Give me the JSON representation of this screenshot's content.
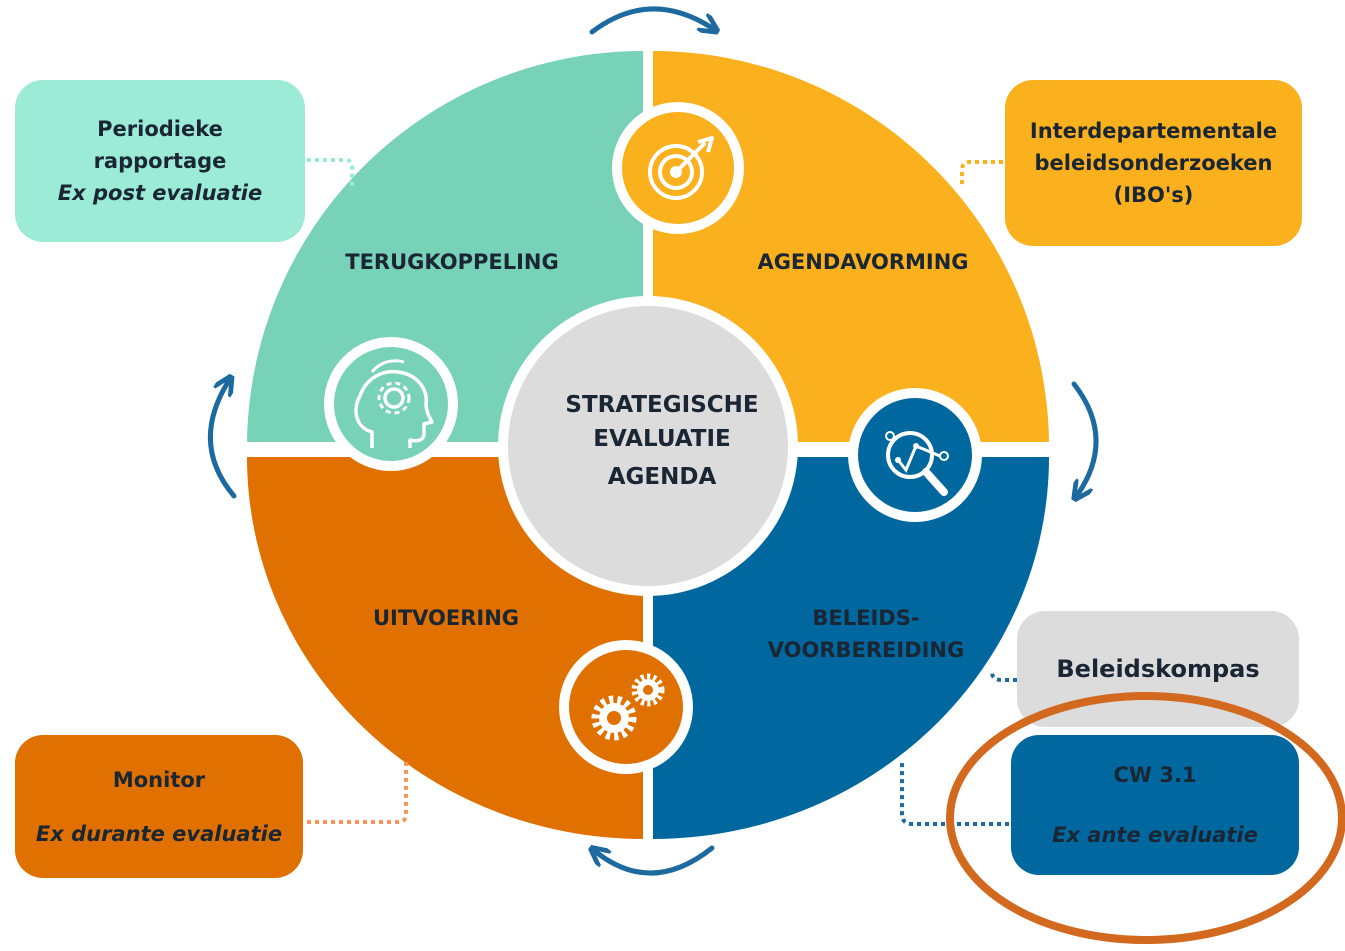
{
  "center": {
    "line1": "STRATEGISCHE",
    "line2": "EVALUATIE",
    "line3": "AGENDA"
  },
  "quadrants": {
    "terugkoppeling": "TERUGKOPPELING",
    "agendavorming": "AGENDAVORMING",
    "uitvoering": "UITVOERING",
    "beleids_line1": "BELEIDS-",
    "beleids_line2": "VOORBEREIDING"
  },
  "boxes": {
    "periodiek_line1": "Periodieke",
    "periodiek_line2": "rapportage",
    "periodiek_italic": "Ex post evaluatie",
    "ibo_line1": "Interdepartementale",
    "ibo_line2": "beleidsonderzoeken",
    "ibo_line3": "(IBO's)",
    "monitor_title": "Monitor",
    "monitor_italic": "Ex durante evaluatie",
    "kompas_title": "Beleidskompas",
    "cw_title": "CW 3.1",
    "cw_italic": "Ex ante evaluatie"
  },
  "colors": {
    "teal": "#78d2b7",
    "yellow": "#fbb01d",
    "orange": "#e07000",
    "blue": "#00689f",
    "center_gray": "#dcdcdc",
    "arrow_blue": "#1c6aa0",
    "highlight_ring": "#d2691e"
  },
  "icons": {
    "agendavorming": "target-icon",
    "terugkoppeling": "head-gear-icon",
    "beleidsvoorbereiding": "magnifier-chart-icon",
    "uitvoering": "gears-icon"
  }
}
